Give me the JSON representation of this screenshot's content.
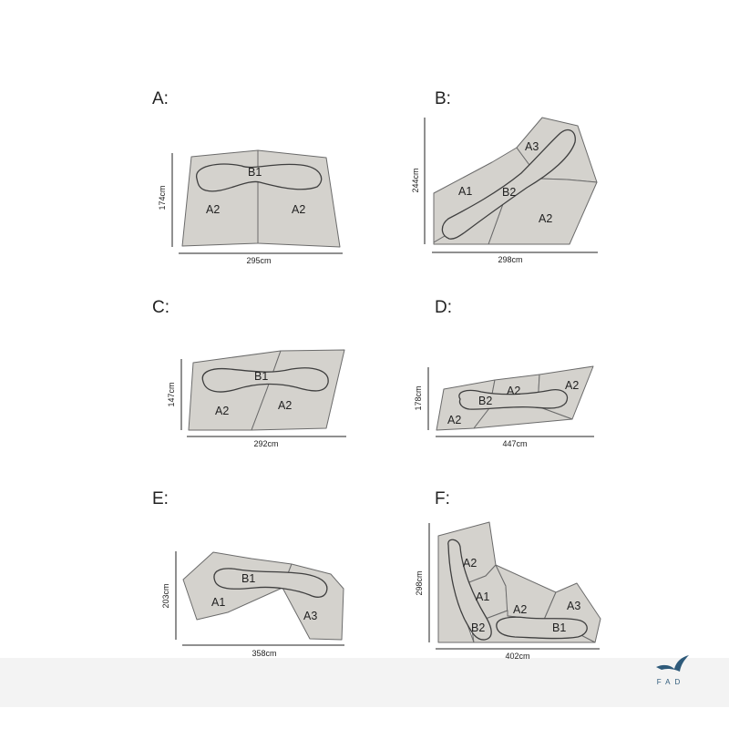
{
  "panels": [
    {
      "id": "A",
      "title": "A:",
      "height": "174cm",
      "width": "295cm",
      "labels": [
        "B1",
        "A2",
        "A2"
      ]
    },
    {
      "id": "B",
      "title": "B:",
      "height": "244cm",
      "width": "298cm",
      "labels": [
        "A3",
        "A1",
        "B2",
        "A2"
      ]
    },
    {
      "id": "C",
      "title": "C:",
      "height": "147cm",
      "width": "292cm",
      "labels": [
        "B1",
        "A2",
        "A2"
      ]
    },
    {
      "id": "D",
      "title": "D:",
      "height": "178cm",
      "width": "447cm",
      "labels": [
        "A2",
        "A2",
        "B2",
        "A2"
      ]
    },
    {
      "id": "E",
      "title": "E:",
      "height": "203cm",
      "width": "358cm",
      "labels": [
        "B1",
        "A1",
        "A3"
      ]
    },
    {
      "id": "F",
      "title": "F:",
      "height": "298cm",
      "width": "402cm",
      "labels": [
        "A2",
        "A1",
        "A2",
        "A3",
        "B2",
        "B1"
      ]
    }
  ],
  "logo": {
    "text": "FAD",
    "icon": "seagull-icon",
    "color": "#2e5a7a"
  },
  "colors": {
    "fill": "#d4d2cd",
    "outline": "#6b6b6b",
    "background": "#ffffff",
    "footer": "#f3f3f3"
  }
}
